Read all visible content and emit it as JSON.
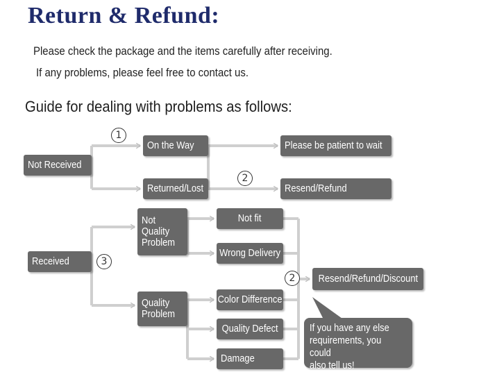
{
  "header": {
    "title": "Return & Refund:",
    "line1": "Please check the package and the items carefully after receiving.",
    "line2": "If any problems, please feel free to contact us.",
    "guide": "Guide for dealing with problems as follows:"
  },
  "flowchart": {
    "not_received": {
      "label": "Not Received",
      "step_number": "1",
      "on_the_way": "On the Way",
      "returned_lost": "Returned/Lost",
      "wait": "Please be patient to wait",
      "resend_step_number": "2",
      "resend_refund": "Resend/Refund"
    },
    "received": {
      "label": "Received",
      "step_number": "3",
      "not_quality_problem": "Not\nQuality\nProblem",
      "quality_problem": "Quality\nProblem",
      "not_fit": "Not fit",
      "wrong_delivery": "Wrong Delivery",
      "color_difference": "Color Difference",
      "quality_defect": "Quality Defect",
      "damage": "Damage",
      "resolution_step_number": "2",
      "resend_refund_discount": "Resend/Refund/Discount",
      "note": "If you have any else\nrequirements, you could\nalso tell us!"
    }
  },
  "colors": {
    "title": "#1f2b6b",
    "box": "#686868",
    "box_text": "#ffffff",
    "connector": "#cfcfcf"
  }
}
